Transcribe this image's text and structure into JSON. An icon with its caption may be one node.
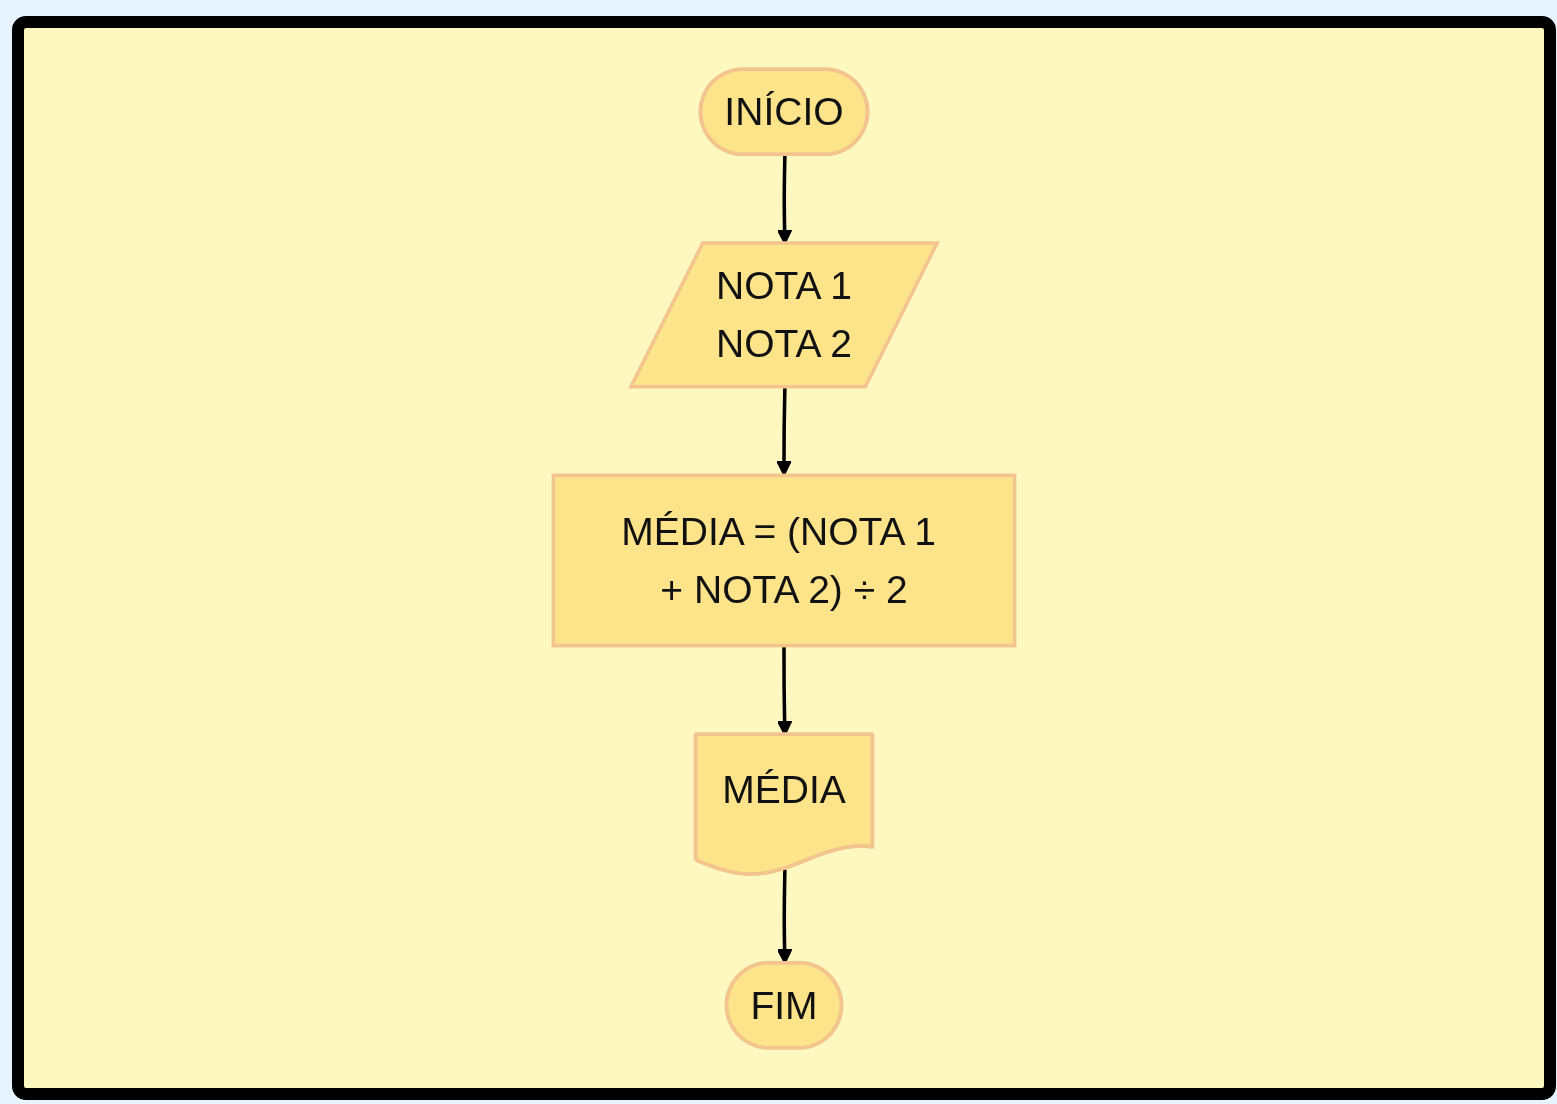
{
  "diagram": {
    "nodes": [
      {
        "text": [
          "INÍCIO"
        ]
      },
      {
        "text": [
          "NOTA 1",
          "NOTA 2"
        ]
      },
      {
        "text": [
          "MÉDIA = (NOTA 1 + NOTA 2) ÷ 2"
        ]
      },
      {
        "text": [
          "MÉDIA"
        ]
      },
      {
        "text": [
          "FIM"
        ]
      }
    ],
    "edges": [
      {
        "from": 0,
        "to": 1,
        "arrow": "to"
      },
      {
        "from": 1,
        "to": 2,
        "arrow": "to"
      },
      {
        "from": 2,
        "to": 3,
        "arrow": "to"
      },
      {
        "from": 3,
        "to": 4,
        "arrow": "to"
      }
    ]
  }
}
